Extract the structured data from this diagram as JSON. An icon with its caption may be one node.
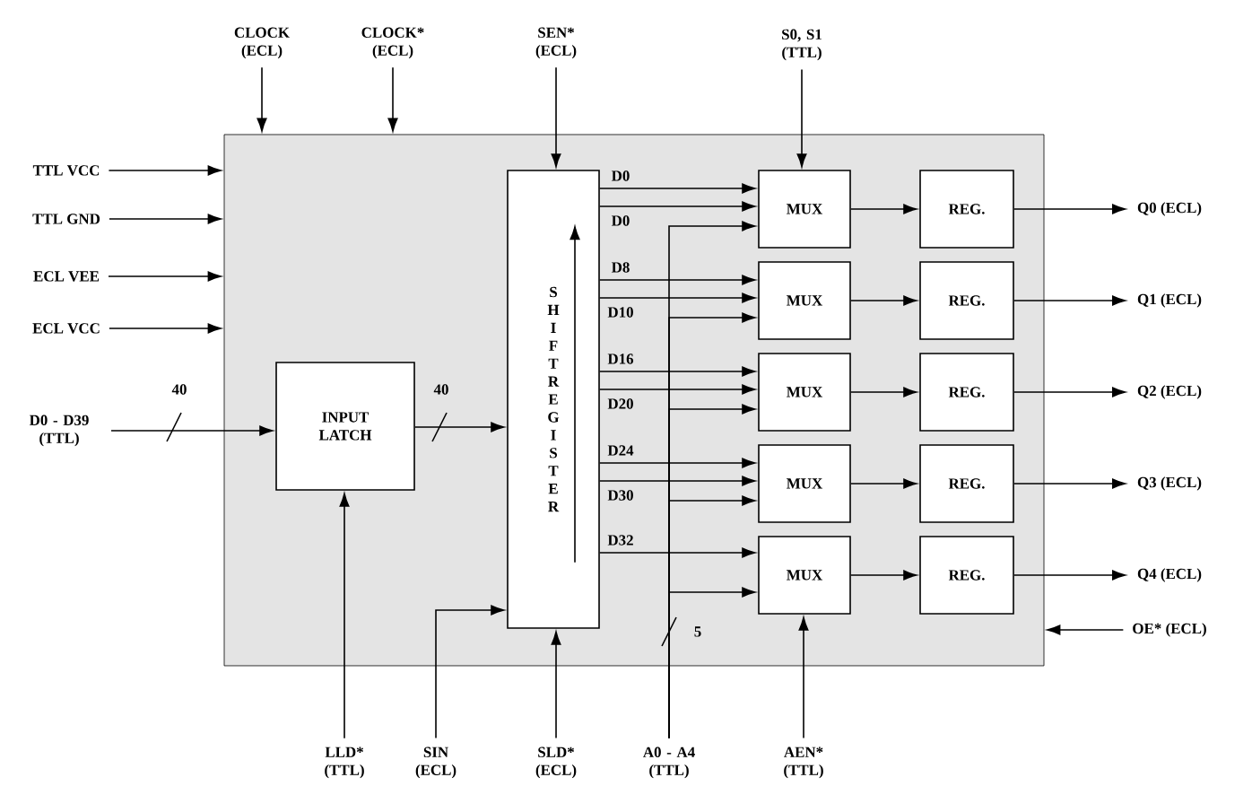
{
  "diagram": {
    "nodes": [
      {
        "text": [],
        "shape": "box"
      },
      {
        "text": [
          "INPUT LATCH"
        ],
        "in": 0
      },
      {
        "text": [
          "SHIFT REGISTER"
        ],
        "in": 0
      },
      {
        "text": [
          "MUX"
        ],
        "in": 0
      },
      {
        "text": [
          "MUX"
        ],
        "in": 0
      },
      {
        "text": [
          "MUX"
        ],
        "in": 0
      },
      {
        "text": [
          "MUX"
        ],
        "in": 0
      },
      {
        "text": [
          "MUX"
        ],
        "in": 0
      },
      {
        "text": [
          "REG."
        ],
        "in": 0
      },
      {
        "text": [
          "REG."
        ],
        "in": 0
      },
      {
        "text": [
          "REG."
        ],
        "in": 0
      },
      {
        "text": [
          "REG."
        ],
        "in": 0
      },
      {
        "text": [
          "REG."
        ],
        "in": 0
      },
      {
        "text": [
          "CLOCK (ECL)"
        ]
      },
      {
        "text": [
          "CLOCK* (ECL)"
        ]
      },
      {
        "text": [
          "SEN* (ECL)"
        ]
      },
      {
        "text": [
          "S0, S1 (TTL)"
        ]
      },
      {
        "text": [
          "TTL VCC"
        ]
      },
      {
        "text": [
          "TTL GND"
        ]
      },
      {
        "text": [
          "ECL VEE"
        ]
      },
      {
        "text": [
          "ECL VCC"
        ]
      },
      {
        "text": [
          "D0 - D39 (TTL)"
        ]
      },
      {
        "text": [
          "Q0 (ECL)"
        ]
      },
      {
        "text": [
          "Q1 (ECL)"
        ]
      },
      {
        "text": [
          "Q2 (ECL)"
        ]
      },
      {
        "text": [
          "Q3 (ECL)"
        ]
      },
      {
        "text": [
          "Q4 (ECL)"
        ]
      },
      {
        "text": [
          "OE* (ECL)"
        ]
      },
      {
        "text": [
          "LLD* (TTL)"
        ]
      },
      {
        "text": [
          "SIN (ECL)"
        ]
      },
      {
        "text": [
          "SLD* (ECL)"
        ]
      },
      {
        "text": [
          "A0 - A4 (TTL)"
        ]
      },
      {
        "text": [
          "AEN* (TTL)"
        ]
      }
    ],
    "edges": [
      {
        "from": 13,
        "to": 0,
        "arrow": "to"
      },
      {
        "from": 14,
        "to": 0,
        "arrow": "to"
      },
      {
        "from": 15,
        "to": 2,
        "arrow": "to"
      },
      {
        "from": 16,
        "to": 3,
        "arrow": "to"
      },
      {
        "from": 17,
        "to": 0,
        "arrow": "to"
      },
      {
        "from": 18,
        "to": 0,
        "arrow": "to"
      },
      {
        "from": 19,
        "to": 0,
        "arrow": "to"
      },
      {
        "from": 20,
        "to": 0,
        "arrow": "to"
      },
      {
        "from": 21,
        "to": 1,
        "arrow": "to",
        "label": "40"
      },
      {
        "from": 1,
        "to": 2,
        "arrow": "to",
        "label": "40"
      },
      {
        "from": 2,
        "to": 3,
        "arrow": "to",
        "label": "D0"
      },
      {
        "from": 2,
        "to": 3,
        "arrow": "to",
        "label": "D0"
      },
      {
        "from": 2,
        "to": 4,
        "arrow": "to",
        "label": "D8"
      },
      {
        "from": 2,
        "to": 4,
        "arrow": "to",
        "label": "D10"
      },
      {
        "from": 2,
        "to": 5,
        "arrow": "to",
        "label": "D16"
      },
      {
        "from": 2,
        "to": 5,
        "arrow": "to",
        "label": "D20"
      },
      {
        "from": 2,
        "to": 6,
        "arrow": "to",
        "label": "D24"
      },
      {
        "from": 2,
        "to": 6,
        "arrow": "to",
        "label": "D30"
      },
      {
        "from": 2,
        "to": 7,
        "arrow": "to",
        "label": "D32"
      },
      {
        "from": 31,
        "to": 3,
        "arrow": "to"
      },
      {
        "from": 31,
        "to": 4,
        "arrow": "to"
      },
      {
        "from": 31,
        "to": 5,
        "arrow": "to"
      },
      {
        "from": 31,
        "to": 6,
        "arrow": "to"
      },
      {
        "from": 31,
        "to": 7,
        "arrow": "to",
        "label": "5"
      },
      {
        "from": 3,
        "to": 8,
        "arrow": "to"
      },
      {
        "from": 4,
        "to": 9,
        "arrow": "to"
      },
      {
        "from": 5,
        "to": 10,
        "arrow": "to"
      },
      {
        "from": 6,
        "to": 11,
        "arrow": "to"
      },
      {
        "from": 7,
        "to": 12,
        "arrow": "to"
      },
      {
        "from": 8,
        "to": 22,
        "arrow": "to"
      },
      {
        "from": 9,
        "to": 23,
        "arrow": "to"
      },
      {
        "from": 10,
        "to": 24,
        "arrow": "to"
      },
      {
        "from": 11,
        "to": 25,
        "arrow": "to"
      },
      {
        "from": 12,
        "to": 26,
        "arrow": "to"
      },
      {
        "from": 27,
        "to": 0,
        "arrow": "to"
      },
      {
        "from": 28,
        "to": 1,
        "arrow": "to"
      },
      {
        "from": 29,
        "to": 2,
        "arrow": "to"
      },
      {
        "from": 30,
        "to": 2,
        "arrow": "to"
      },
      {
        "from": 32,
        "to": 7,
        "arrow": "to"
      }
    ]
  }
}
